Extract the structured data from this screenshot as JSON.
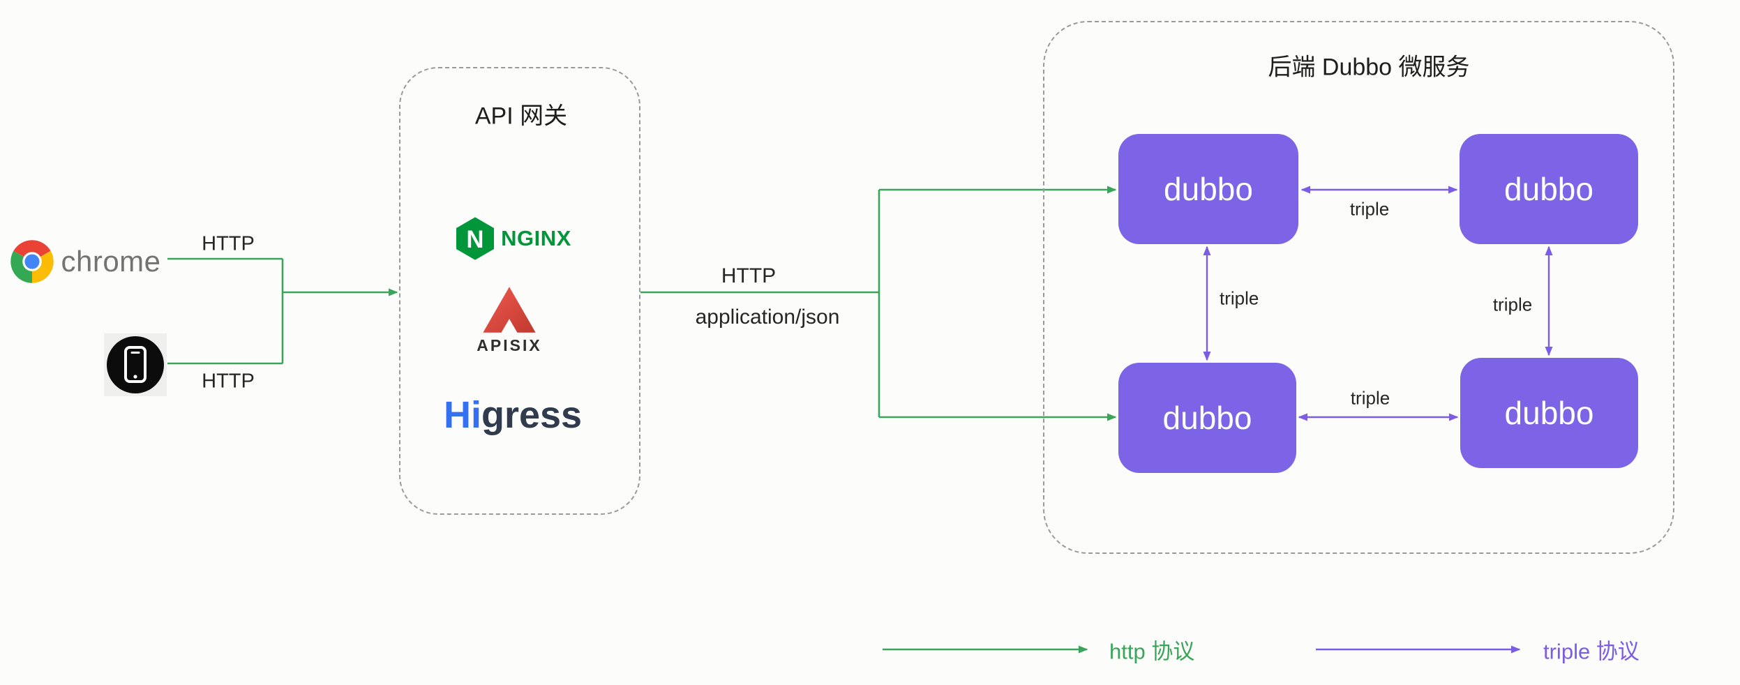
{
  "colors": {
    "background": "#fcfcfb",
    "http": "#3aa45b",
    "triple": "#7b5ce5",
    "node": "#7d63e5",
    "node_text": "#ffffff",
    "dash": "#9a9a9a",
    "ink": "#262626",
    "chrome_text": "#737373",
    "nginx": "#009639",
    "apisix_light": "#ef5a4e",
    "apisix_deep": "#c0392f",
    "apisix_text": "#2f2f2f",
    "higress_blue": "#3470f2",
    "higress_dark": "#303b4e",
    "phone_tile": "#efefee"
  },
  "clients": {
    "chrome_label": "chrome",
    "http_top": "HTTP",
    "http_bottom": "HTTP"
  },
  "gateway": {
    "title": "API 网关",
    "nginx_text": "NGINX",
    "apisix_text": "APISIX",
    "higress_h": "H",
    "higress_i": "i",
    "higress_rest": "gress"
  },
  "flow": {
    "protocol": "HTTP",
    "content_type": "application/json"
  },
  "backend": {
    "title": "后端 Dubbo 微服务",
    "nodes": [
      {
        "label": "dubbo"
      },
      {
        "label": "dubbo"
      },
      {
        "label": "dubbo"
      },
      {
        "label": "dubbo"
      }
    ],
    "edges": {
      "top": {
        "label": "triple"
      },
      "left": {
        "label": "triple"
      },
      "right": {
        "label": "triple"
      },
      "bottom": {
        "label": "triple"
      }
    }
  },
  "legend": {
    "http_label": "http 协议",
    "triple_label": "triple 协议"
  }
}
